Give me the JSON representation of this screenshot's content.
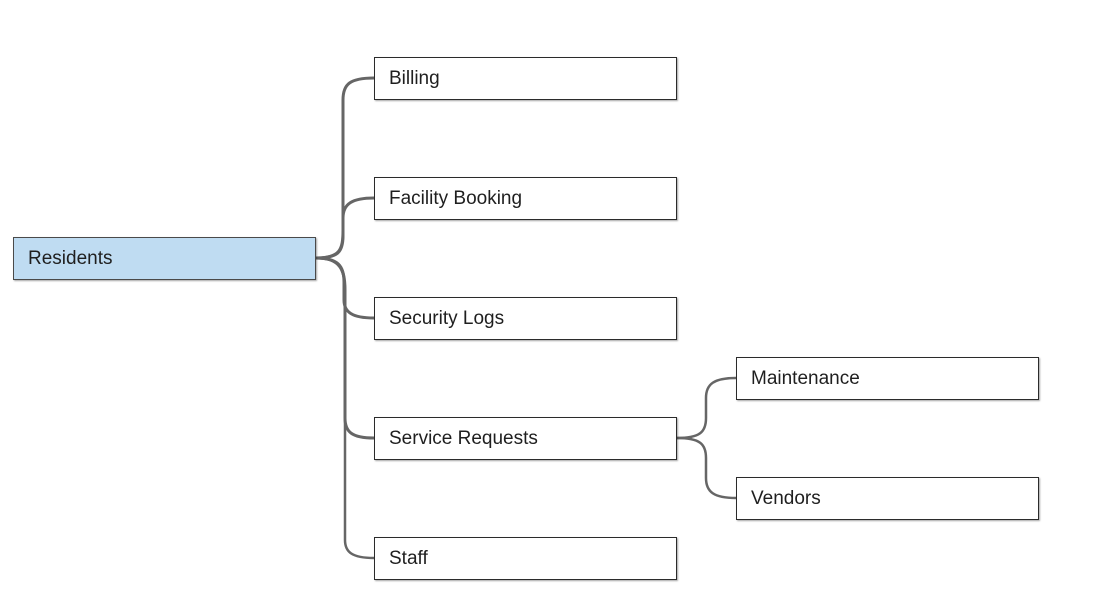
{
  "mindmap": {
    "root": {
      "label": "Residents",
      "color": "#bfdcf2"
    },
    "children": [
      {
        "label": "Billing"
      },
      {
        "label": "Facility Booking"
      },
      {
        "label": "Security Logs"
      },
      {
        "label": "Service Requests",
        "children": [
          {
            "label": "Maintenance"
          },
          {
            "label": "Vendors"
          }
        ]
      },
      {
        "label": "Staff"
      }
    ]
  },
  "colors": {
    "connector": "#666666",
    "node_border": "#2b2b2b",
    "node_fill": "#ffffff",
    "root_fill": "#bfdcf2"
  }
}
